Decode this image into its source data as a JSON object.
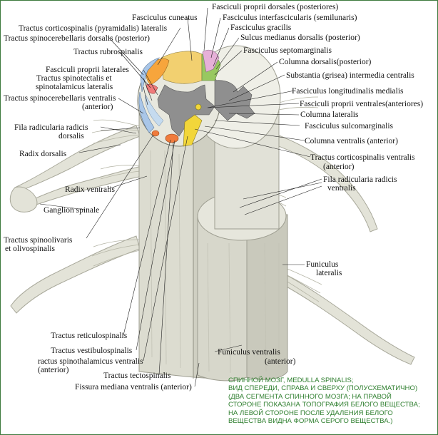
{
  "labels": {
    "l1": "Fasciculus cuneatus",
    "l2": "Fasciculi proprii dorsales (posteriores)",
    "l3": "Fasciculus interfascicularis (semilunaris)",
    "l4": "Tractus corticospinalis (pyramidalis) lateralis",
    "l5": "Fasciculus gracilis",
    "l6": "Tractus spinocerebellaris dorsalis (posterior)",
    "l7": "Sulcus medianus dorsalis (posterior)",
    "l8": "Tractus rubrospinalis",
    "l9": "Fasciculus septomarginalis",
    "l10": "Columna dorsalis(posterior)",
    "l11": "Fasciculi proprii laterales",
    "l12": "Tractus spinotectalis et",
    "l13": "spinotalamicus lateralis",
    "l14": "Substantia (grisea) intermedia centralis",
    "l15": "Tractus spinocerebellaris ventralis",
    "l16": "(anterior)",
    "l17": "Fasciculus longitudinalis medialis",
    "l18": "Fasciculi proprii  ventrales(anteriores)",
    "l19": "Columna lateralis",
    "l20": "Fila radicularia  radicis",
    "l21": "dorsalis",
    "l22": "Fasciculus sulcomarginalis",
    "l23": "Columna ventralis (anterior)",
    "l24": "Radix dorsalis",
    "l25": "Tractus corticospinalis ventralis",
    "l26": "(anterior)",
    "l27": "Fila radicularia radicis",
    "l28": "ventralis",
    "l29": "Radix ventralis",
    "l30": "Ganglion spinale",
    "l31": "Tractus spinoolivaris",
    "l32": "et olivospinalis",
    "l33": "Funiculus",
    "l34": "lateralis",
    "l35": "Tractus reticulospinalis",
    "l36": "Tractus vestibulospinalis",
    "l37": "ractus spinothalamicus ventralis",
    "l38": "(anterior)",
    "l39": "Funiculus ventralis",
    "l40": "(anterior)",
    "l41": "Tractus tectospinalis",
    "l42": "Fissura mediana ventralis (anterior)"
  },
  "caption": [
    "СПИННОЙ МОЗГ, MEDULLA SPINALIS;",
    "ВИД СПЕРЕДИ, СПРАВА И СВЕРХУ (ПОЛУСХЕМАТИЧНО)",
    "(ДВА СЕГМЕНТА СПИННОГО МОЗГА; НА ПРАВОЙ",
    "СТОРОНЕ ПОКАЗАНА ТОПОГРАФИЯ БЕЛОГО ВЕЩЕСТВА;",
    "НА ЛЕВОЙ СТОРОНЕ ПОСЛЕ УДАЛЕНИЯ БЕЛОГО",
    "ВЕЩЕСТВА ВИДНА ФОРМА СЕРОГО ВЕЩЕСТВА.)"
  ],
  "colors": {
    "border": "#3d7a3d",
    "caption": "#2f7f2f",
    "cord": "#ddddd2",
    "gray_matter": "#8f8f8f",
    "cuneatus": "#f2d070",
    "gracilis": "#98c860",
    "corticospinal": "#f7a53c",
    "spinocerebellar": "#a9c6e8",
    "rubrospinal": "#f07b7b",
    "proprii": "#d9b0d8",
    "tract_ventral": "#f2d63a"
  }
}
